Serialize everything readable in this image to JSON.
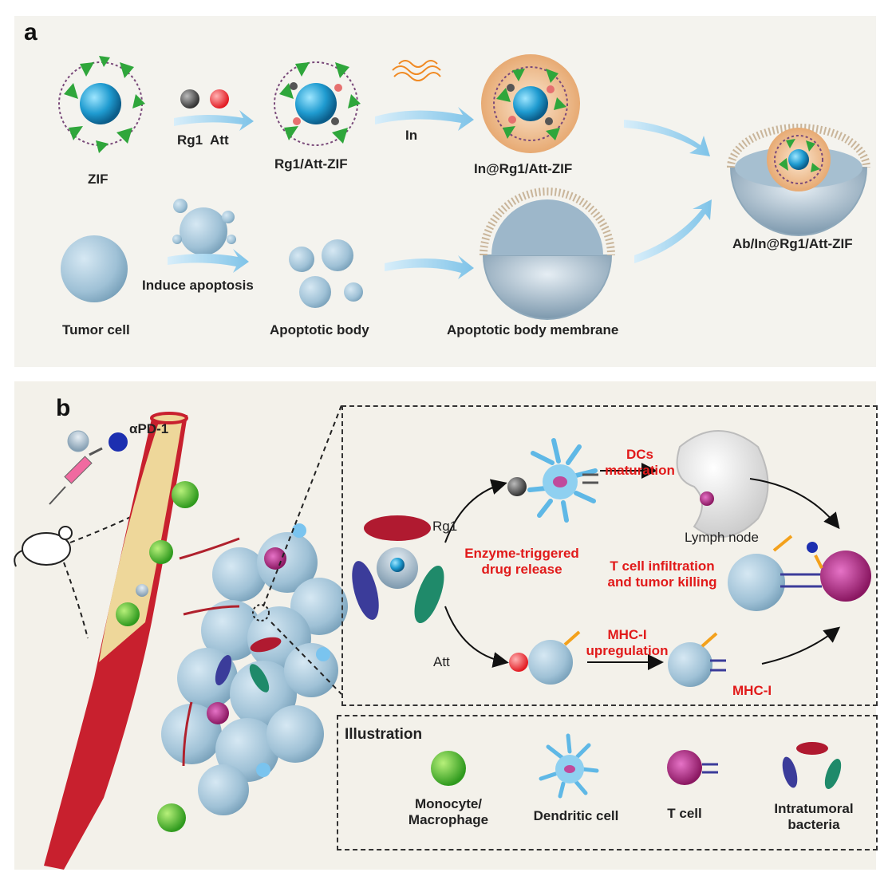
{
  "panel_a": {
    "label": "a",
    "zif": "ZIF",
    "rg1": "Rg1",
    "att": "Att",
    "rg1_att_zif": "Rg1/Att-ZIF",
    "in": "In",
    "in_rg1_att_zif": "In@Rg1/Att-ZIF",
    "final": "Ab/In@Rg1/Att-ZIF",
    "tumor_cell": "Tumor cell",
    "induce_apoptosis": "Induce apoptosis",
    "apoptotic_body": "Apoptotic body",
    "apoptotic_body_membrane": "Apoptotic body membrane"
  },
  "panel_b": {
    "label": "b",
    "apd1": "αPD-1",
    "rg1": "Rg1",
    "att": "Att",
    "dcs_line1": "DCs",
    "dcs_line2": "maturation",
    "lymph_node": "Lymph node",
    "enzyme_line1": "Enzyme-triggered",
    "enzyme_line2": "drug release",
    "tcell_line1": "T cell infiltration",
    "tcell_line2": "and tumor killing",
    "mhc_line1": "MHC-I",
    "mhc_line2": "upregulation",
    "mhc": "MHC-I"
  },
  "legend": {
    "title": "Illustration",
    "monocyte_line1": "Monocyte/",
    "monocyte_line2": "Macrophage",
    "dendritic": "Dendritic cell",
    "tcell": "T cell",
    "bacteria_line1": "Intratumoral",
    "bacteria_line2": "bacteria"
  },
  "colors": {
    "red_text": "#e11a1a",
    "vessel": "#c8202e",
    "vessel_inner": "#eed79a",
    "tumor_blue": "#a9c8dc",
    "zif_green": "#2fa63b",
    "core_blue": "#2a9fd0",
    "tcell_purple": "#b0287a"
  }
}
